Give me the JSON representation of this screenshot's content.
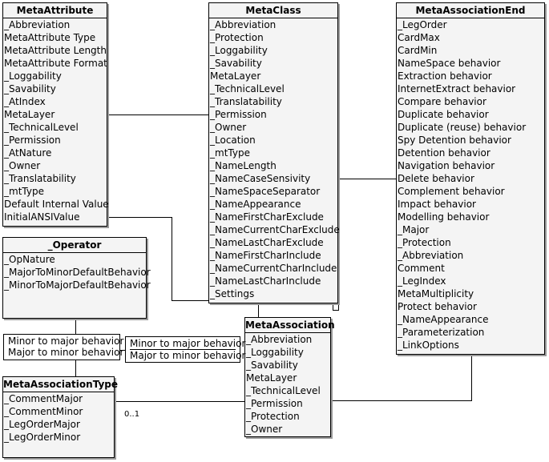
{
  "classes": {
    "meta_attribute": {
      "title": "MetaAttribute",
      "items": [
        "_Abbreviation",
        "MetaAttribute Type",
        "MetaAttribute Length",
        "MetaAttribute Format",
        "_Loggability",
        "_Savability",
        "_AtIndex",
        "MetaLayer",
        "_TechnicalLevel",
        "_Permission",
        "_AtNature",
        "_Owner",
        "_Translatability",
        "_mtType",
        "Default Internal Value",
        "InitialANSIValue"
      ]
    },
    "meta_class": {
      "title": "MetaClass",
      "items": [
        "_Abbreviation",
        "_Protection",
        "_Loggability",
        "_Savability",
        "MetaLayer",
        "_TechnicalLevel",
        "_Translatability",
        "_Permission",
        "_Owner",
        "_Location",
        "_mtType",
        "_NameLength",
        "_NameCaseSensivity",
        "_NameSpaceSeparator",
        "_NameAppearance",
        "_NameFirstCharExclude",
        "_NameCurrentCharExclude",
        "_NameLastCharExclude",
        "_NameFirstCharInclude",
        "_NameCurrentCharInclude",
        "_NameLastCharInclude",
        "_Settings"
      ]
    },
    "meta_association_end": {
      "title": "MetaAssociationEnd",
      "items": [
        "_LegOrder",
        "CardMax",
        "CardMin",
        "NameSpace behavior",
        "Extraction behavior",
        "InternetExtract behavior",
        "Compare behavior",
        "Duplicate behavior",
        "Duplicate (reuse) behavior",
        "Spy Detention behavior",
        "Detention behavior",
        "Navigation behavior",
        "Delete behavior",
        "Complement behavior",
        "Impact behavior",
        "Modelling behavior",
        "_Major",
        "_Protection",
        "_Abbreviation",
        "Comment",
        "_LegIndex",
        "MetaMultiplicity",
        "Protect behavior",
        "_NameAppearance",
        "_Parameterization",
        "_LinkOptions"
      ]
    },
    "operator": {
      "title": "_Operator",
      "items": [
        "_OpNature",
        "_MajorToMinorDefaultBehavior",
        "_MinorToMajorDefaultBehavior"
      ]
    },
    "meta_association": {
      "title": "MetaAssociation",
      "items": [
        "_Abbreviation",
        "_Loggability",
        "_Savability",
        "MetaLayer",
        "_TechnicalLevel",
        "_Permission",
        "_Protection",
        "_Owner"
      ]
    },
    "meta_association_type": {
      "title": "MetaAssociationType",
      "items": [
        "_CommentMajor",
        "_CommentMinor",
        "_LegOrderMajor",
        "_LegOrderMinor"
      ]
    }
  },
  "role_labels": {
    "left": [
      "Minor to major behavior",
      "Major to minor behavior"
    ],
    "middle": [
      "Minor to major behavior",
      "Major to minor behavior"
    ]
  },
  "multiplicity": "0..1"
}
